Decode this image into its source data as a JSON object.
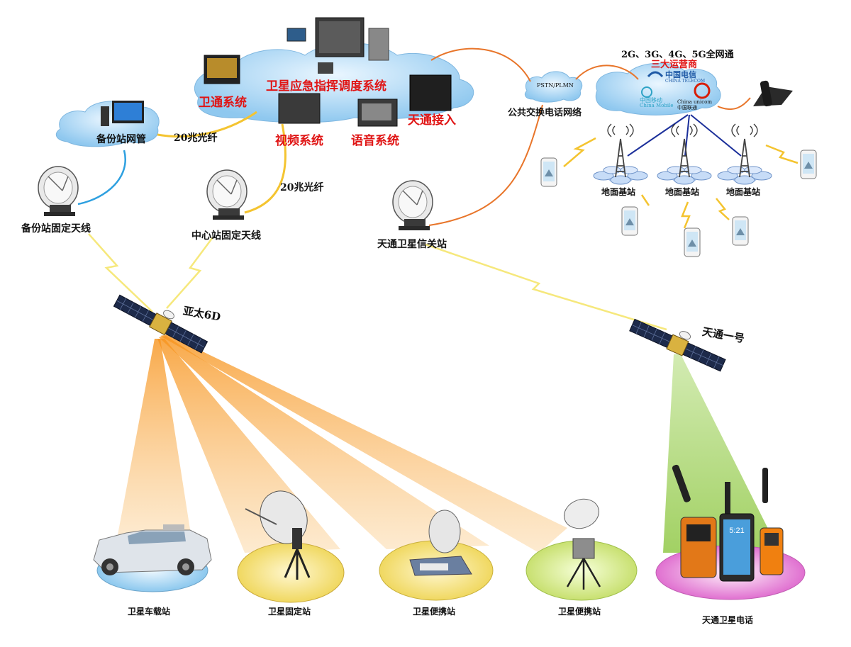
{
  "command_system": {
    "title": "卫星应急指挥调度系统",
    "satcom": "卫通系统",
    "video": "视频系统",
    "voice": "语音系统",
    "tiantong_access": "天通接入"
  },
  "backup_nms": "备份站网管",
  "fiber_1": "20兆光纤",
  "fiber_2": "20兆光纤",
  "backup_antenna": "备份站固定天线",
  "center_antenna": "中心站固定天线",
  "gateway": "天通卫星信关站",
  "pstn_cloud": "PSTN/PLMN",
  "pstn_label": "公共交换电话网络",
  "operators": {
    "network": "2G、3G、4G、5G全网通",
    "title": "三大运营商",
    "telecom": "中国电信",
    "telecom_en": "CHINA TELECOM",
    "mobile": "中国移动",
    "mobile_en": "China Mobile",
    "unicom": "China unicom中国联通"
  },
  "base_stations": [
    "地面基站",
    "地面基站",
    "地面基站"
  ],
  "sat_apstar": "亚太6D",
  "sat_tiantong": "天通一号",
  "terminals": [
    "卫星车载站",
    "卫星固定站",
    "卫星便携站",
    "卫星便携站",
    "天通卫星电话"
  ],
  "phone_screen_time": "5:21",
  "colors": {
    "label_red": "#e01515",
    "beam_orange": "#f7941d",
    "beam_green": "#8cc63f",
    "link_orange": "#e8752a",
    "link_yellow": "#f4c430",
    "link_blue": "#2ea0e0"
  }
}
